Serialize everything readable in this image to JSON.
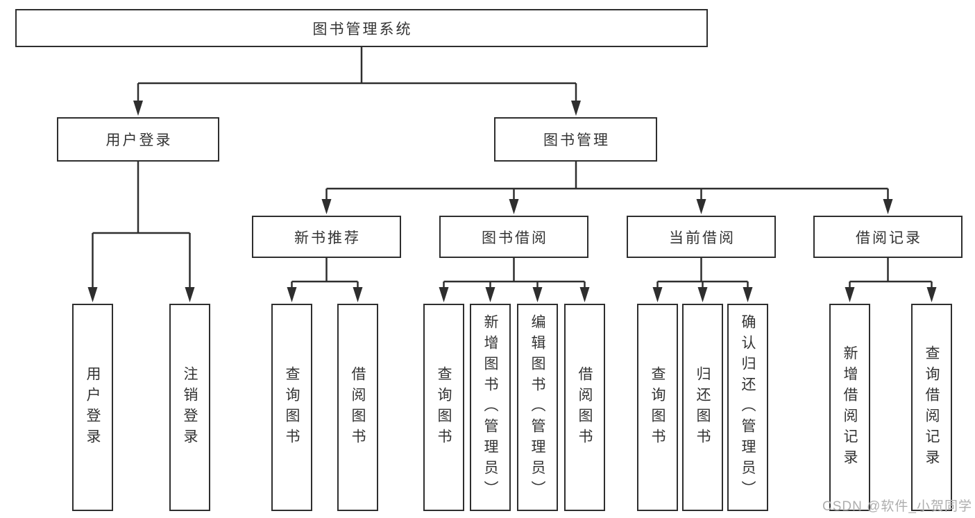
{
  "diagram_title": "图书管理系统",
  "tree": {
    "root": "图书管理系统",
    "level2": [
      "用户登录",
      "图书管理"
    ],
    "level3": [
      "新书推荐",
      "图书借阅",
      "当前借阅",
      "借阅记录"
    ],
    "leaves": {
      "user_login": [
        "用户登录",
        "注销登录"
      ],
      "new_book": [
        "查询图书",
        "借阅图书"
      ],
      "borrow": [
        "查询图书",
        "新增图书（管理员）",
        "编辑图书（管理员）",
        "借阅图书"
      ],
      "current": [
        "查询图书",
        "归还图书",
        "确认归还（管理员）"
      ],
      "records": [
        "新增借阅记录",
        "查询借阅记录"
      ]
    }
  },
  "watermark": {
    "text": "CSDN @软件_小贺同学"
  },
  "colors": {
    "line": "#2e2e2e",
    "text": "#333333",
    "box_fill": "#ffffff",
    "background": "#ffffff",
    "watermark": "#aeaeae"
  }
}
